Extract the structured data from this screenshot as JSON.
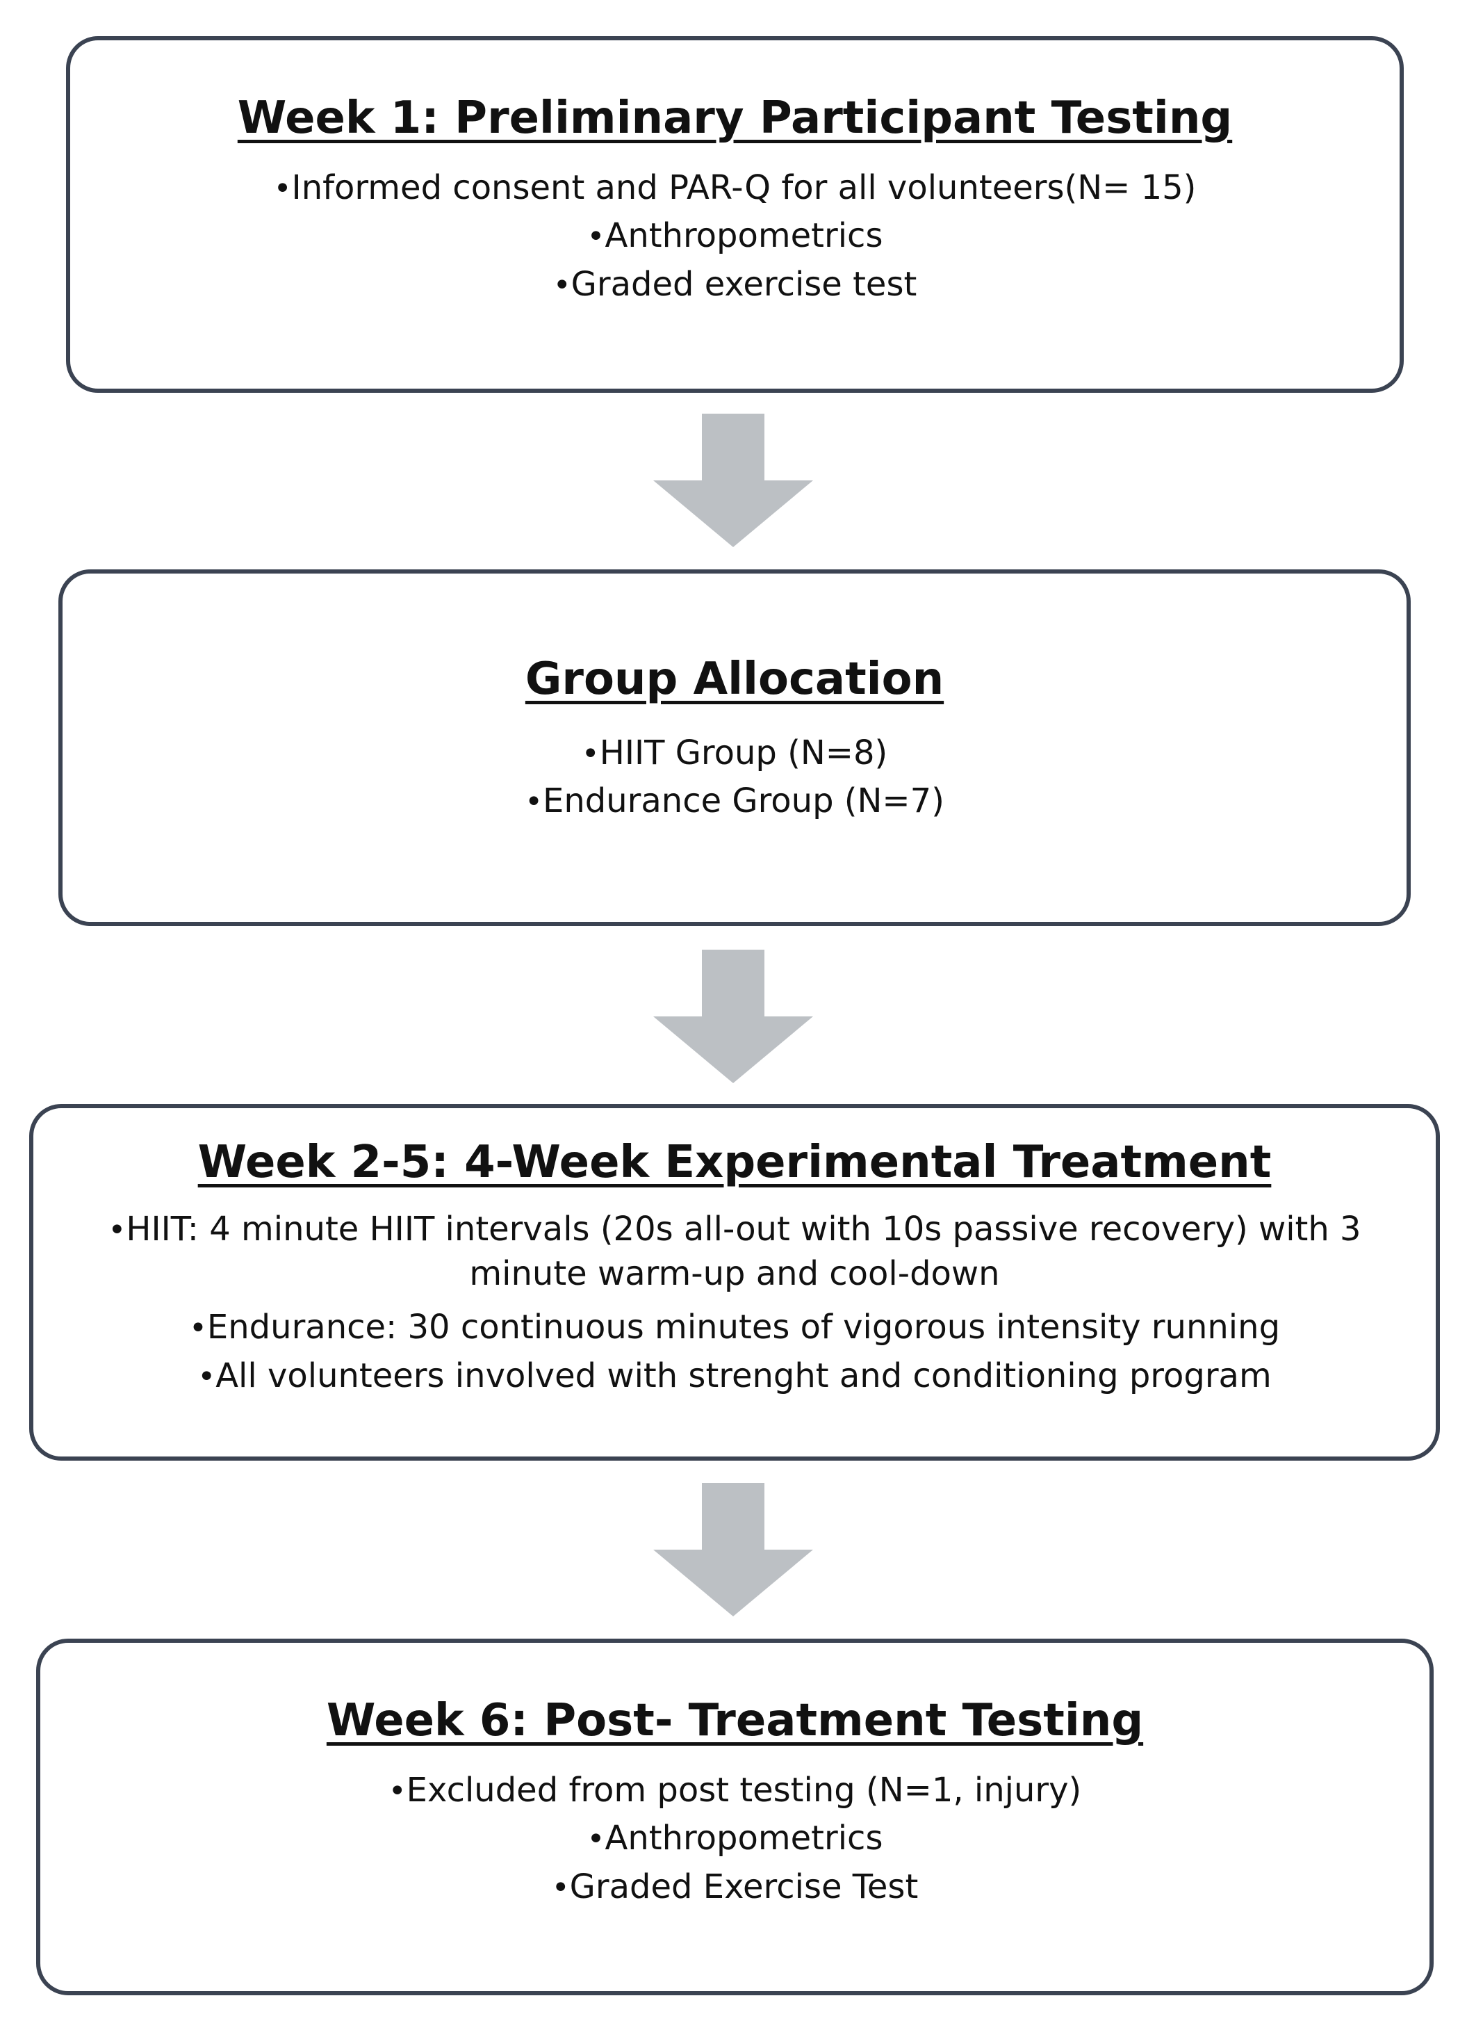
{
  "colors": {
    "box_border": "#3b4352",
    "arrow_fill": "#bcc0c4",
    "text": "#111111"
  },
  "icons": {
    "bullet": "•",
    "arrow": "down-arrow-icon"
  },
  "boxes": [
    {
      "title": "Week 1: Preliminary Participant Testing",
      "items": [
        "Informed consent and PAR-Q for all volunteers(N= 15)",
        "Anthropometrics",
        "Graded exercise test"
      ]
    },
    {
      "title": "Group Allocation",
      "items": [
        "HIIT Group (N=8)",
        "Endurance Group (N=7)"
      ]
    },
    {
      "title": "Week 2-5: 4-Week Experimental Treatment",
      "items": [
        "HIIT: 4 minute HIIT intervals (20s all-out with 10s passive recovery) with 3 minute warm-up and cool-down",
        "Endurance: 30 continuous minutes of vigorous intensity running",
        "All volunteers involved with strenght and conditioning program"
      ]
    },
    {
      "title": "Week 6: Post- Treatment Testing",
      "items": [
        "Excluded from post testing (N=1, injury)",
        "Anthropometrics",
        "Graded Exercise Test"
      ]
    }
  ]
}
